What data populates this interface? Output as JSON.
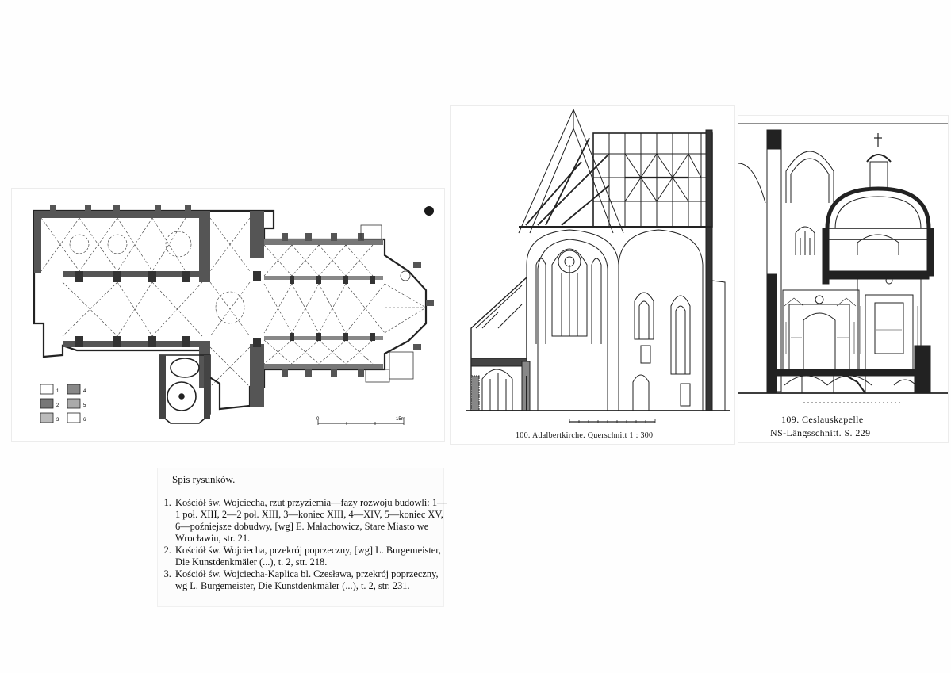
{
  "figures": {
    "plan": {
      "legend": [
        "1",
        "2",
        "3",
        "4",
        "5",
        "6"
      ],
      "scale_start": "0",
      "scale_end": "15m"
    },
    "cross_section": {
      "caption": "100. Adalbertkirche. Querschnitt 1 : 300"
    },
    "chapel_section": {
      "caption_line1": "109. Ceslauskapelle",
      "caption_line2": "NS-Längsschnitt. S. 229"
    }
  },
  "caption_block": {
    "title": "Spis rysunków.",
    "items": [
      "Kościół św. Wojciecha, rzut przyziemia—fazy rozwoju budowli: 1—1 poł. XIII, 2—2 poł. XIII, 3—koniec XIII, 4—XIV, 5—koniec XV, 6—poźniejsze dobudwy, [wg] E. Małachowicz, Stare Miasto we Wrocławiu, str. 21.",
      "Kościół św. Wojciecha, przekrój poprzeczny, [wg] L. Burgemeister, Die Kunstdenkmäler (...), t. 2, str. 218.",
      "Kościół św. Wojciecha-Kaplica bl. Czesława, przekrój poprzeczny, wg L. Burgemeister, Die Kunstdenkmäler (...), t. 2, str. 231."
    ]
  }
}
